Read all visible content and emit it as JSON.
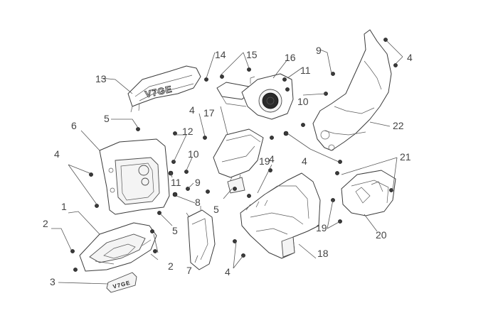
{
  "callouts": {
    "c1": "1",
    "c2a": "2",
    "c2b": "2",
    "c3": "3",
    "c4a": "4",
    "c4b": "4",
    "c4c": "4",
    "c4d": "4",
    "c4e": "4",
    "c4f": "4",
    "c5a": "5",
    "c5b": "5",
    "c5c": "5",
    "c6": "6",
    "c7": "7",
    "c8": "8",
    "c9a": "9",
    "c9b": "9",
    "c10a": "10",
    "c10b": "10",
    "c11a": "11",
    "c11b": "11",
    "c12": "12",
    "c13": "13",
    "c14": "14",
    "c15": "15",
    "c16": "16",
    "c17": "17",
    "c18": "18",
    "c19a": "19",
    "c19b": "19",
    "c20": "20",
    "c21": "21",
    "c22": "22"
  },
  "logos": {
    "top_cover": "V7GE",
    "badge": "V7GE"
  },
  "colors": {
    "line": "#3a3a3a",
    "text": "#444444",
    "background": "#ffffff"
  }
}
